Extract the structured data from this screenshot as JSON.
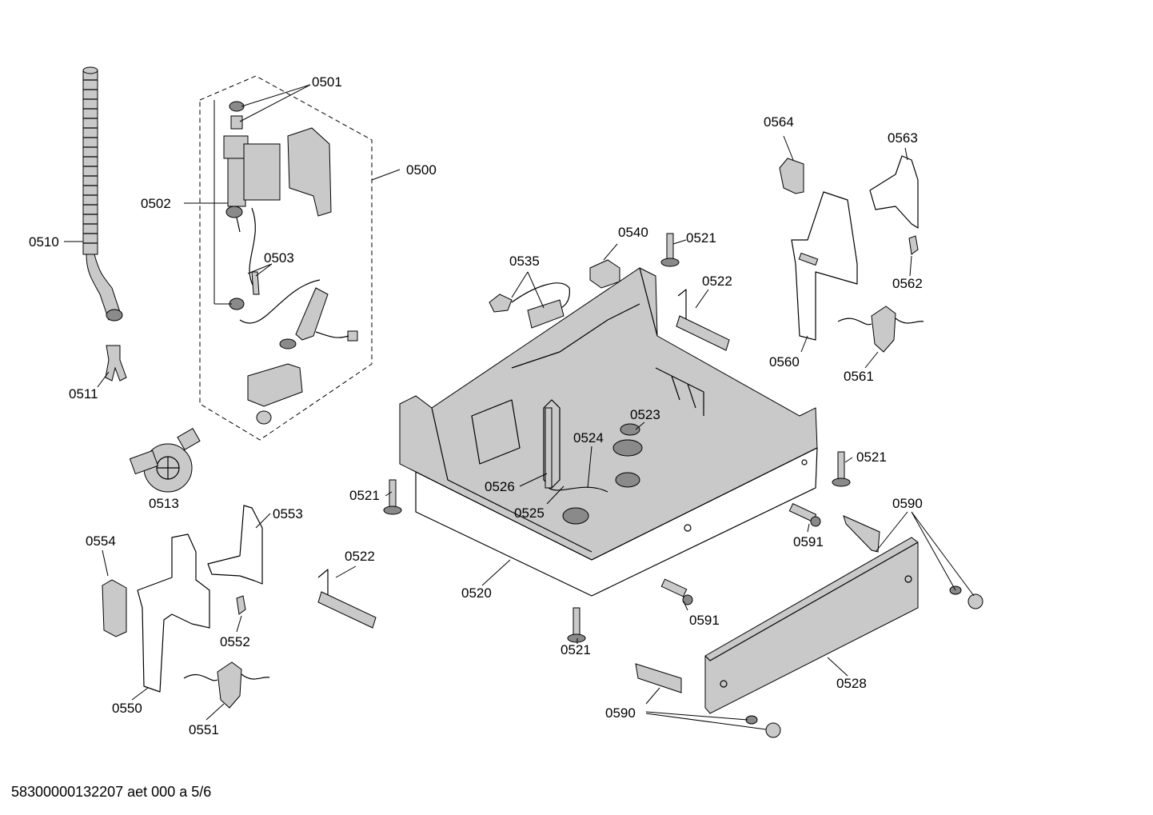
{
  "footer": "58300000132207 aet 000 a 5/6",
  "labels": {
    "p0501": "0501",
    "p0500": "0500",
    "p0502": "0502",
    "p0503": "0503",
    "p0510": "0510",
    "p0511": "0511",
    "p0513": "0513",
    "p0564": "0564",
    "p0563": "0563",
    "p0562": "0562",
    "p0560": "0560",
    "p0561": "0561",
    "p0540": "0540",
    "p0521a": "0521",
    "p0535": "0535",
    "p0522a": "0522",
    "p0523": "0523",
    "p0524": "0524",
    "p0526": "0526",
    "p0525": "0525",
    "p0521b": "0521",
    "p0521c": "0521",
    "p0521d": "0521",
    "p0520": "0520",
    "p0522b": "0522",
    "p0554": "0554",
    "p0553": "0553",
    "p0552": "0552",
    "p0550": "0550",
    "p0551": "0551",
    "p0590a": "0590",
    "p0591a": "0591",
    "p0591b": "0591",
    "p0528": "0528",
    "p0590b": "0590"
  }
}
